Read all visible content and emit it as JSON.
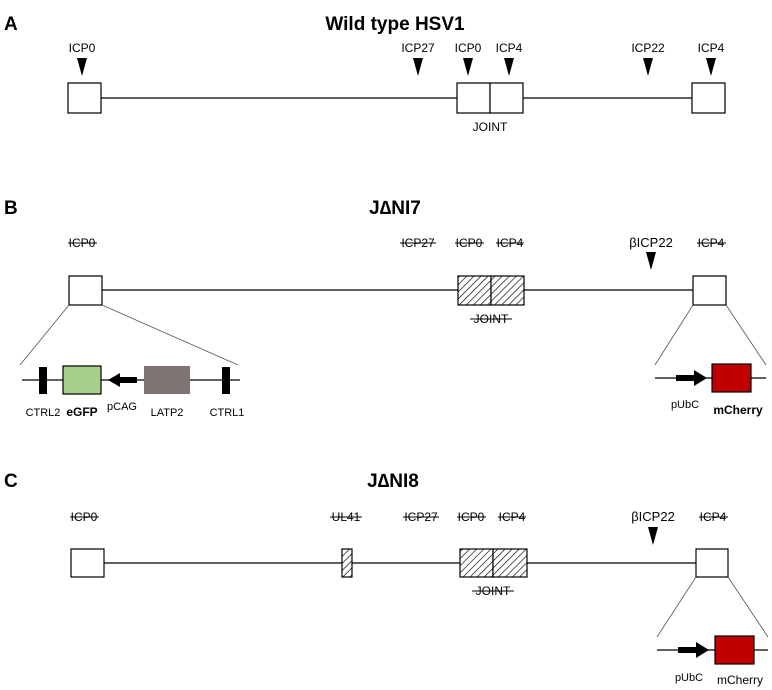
{
  "panel_a": {
    "letter": "A",
    "title": "Wild type HSV1",
    "labels": {
      "icp0_left": "ICP0",
      "icp27": "ICP27",
      "icp0_joint": "ICP0",
      "icp4_joint": "ICP4",
      "icp22": "ICP22",
      "icp4_right": "ICP4"
    },
    "joint": "JOINT"
  },
  "panel_b": {
    "letter": "B",
    "title": "J∆NI7",
    "labels": {
      "icp0_left": "ICP0",
      "icp27": "ICP27",
      "icp0_joint": "ICP0",
      "icp4_joint": "ICP4",
      "icp22": "βICP22",
      "icp4_right": "ICP4"
    },
    "joint": "JOINT",
    "inset_left": {
      "ctrl2": "CTRL2",
      "egfp": "eGFP",
      "pcag": "pCAG",
      "latp2": "LATP2",
      "ctrl1": "CTRL1"
    },
    "inset_right": {
      "pubc": "pUbC",
      "mcherry": "mCherry"
    }
  },
  "panel_c": {
    "letter": "C",
    "title": "J∆NI8",
    "labels": {
      "icp0_left": "ICP0",
      "ul41": "UL41",
      "icp27": "ICP27",
      "icp0_joint": "ICP0",
      "icp4_joint": "ICP4",
      "icp22": "βICP22",
      "icp4_right": "ICP4"
    },
    "joint": "JOINT",
    "inset_right": {
      "pubc": "pUbC",
      "mcherry": "mCherry"
    }
  },
  "colors": {
    "egfp": "#a8d08d",
    "latp2": "#7f7373",
    "mcherry": "#c00000"
  }
}
